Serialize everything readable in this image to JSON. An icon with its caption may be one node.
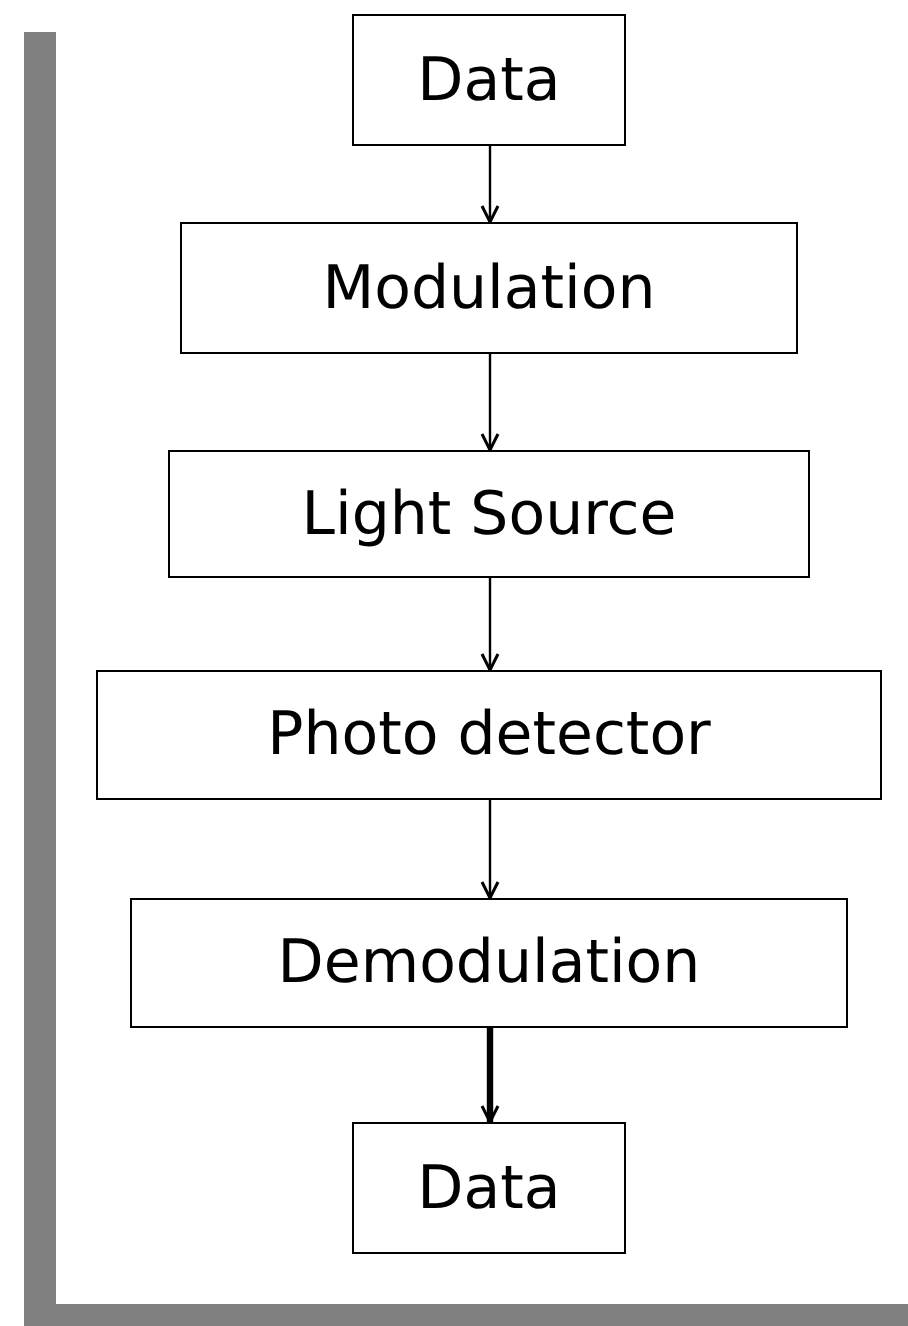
{
  "diagram": {
    "nodes": [
      {
        "text": [
          "Data"
        ]
      },
      {
        "text": [
          "Modulation"
        ]
      },
      {
        "text": [
          "Light Source"
        ]
      },
      {
        "text": [
          "Photo detector"
        ]
      },
      {
        "text": [
          "Demodulation"
        ]
      },
      {
        "text": [
          "Data"
        ]
      }
    ],
    "edges": [
      {
        "from": 0,
        "to": 1,
        "arrow": "to"
      },
      {
        "from": 1,
        "to": 2,
        "arrow": "to"
      },
      {
        "from": 2,
        "to": 3,
        "arrow": "to"
      },
      {
        "from": 3,
        "to": 4,
        "arrow": "to"
      },
      {
        "from": 4,
        "to": 5,
        "arrow": "to",
        "style": "thick"
      }
    ]
  }
}
